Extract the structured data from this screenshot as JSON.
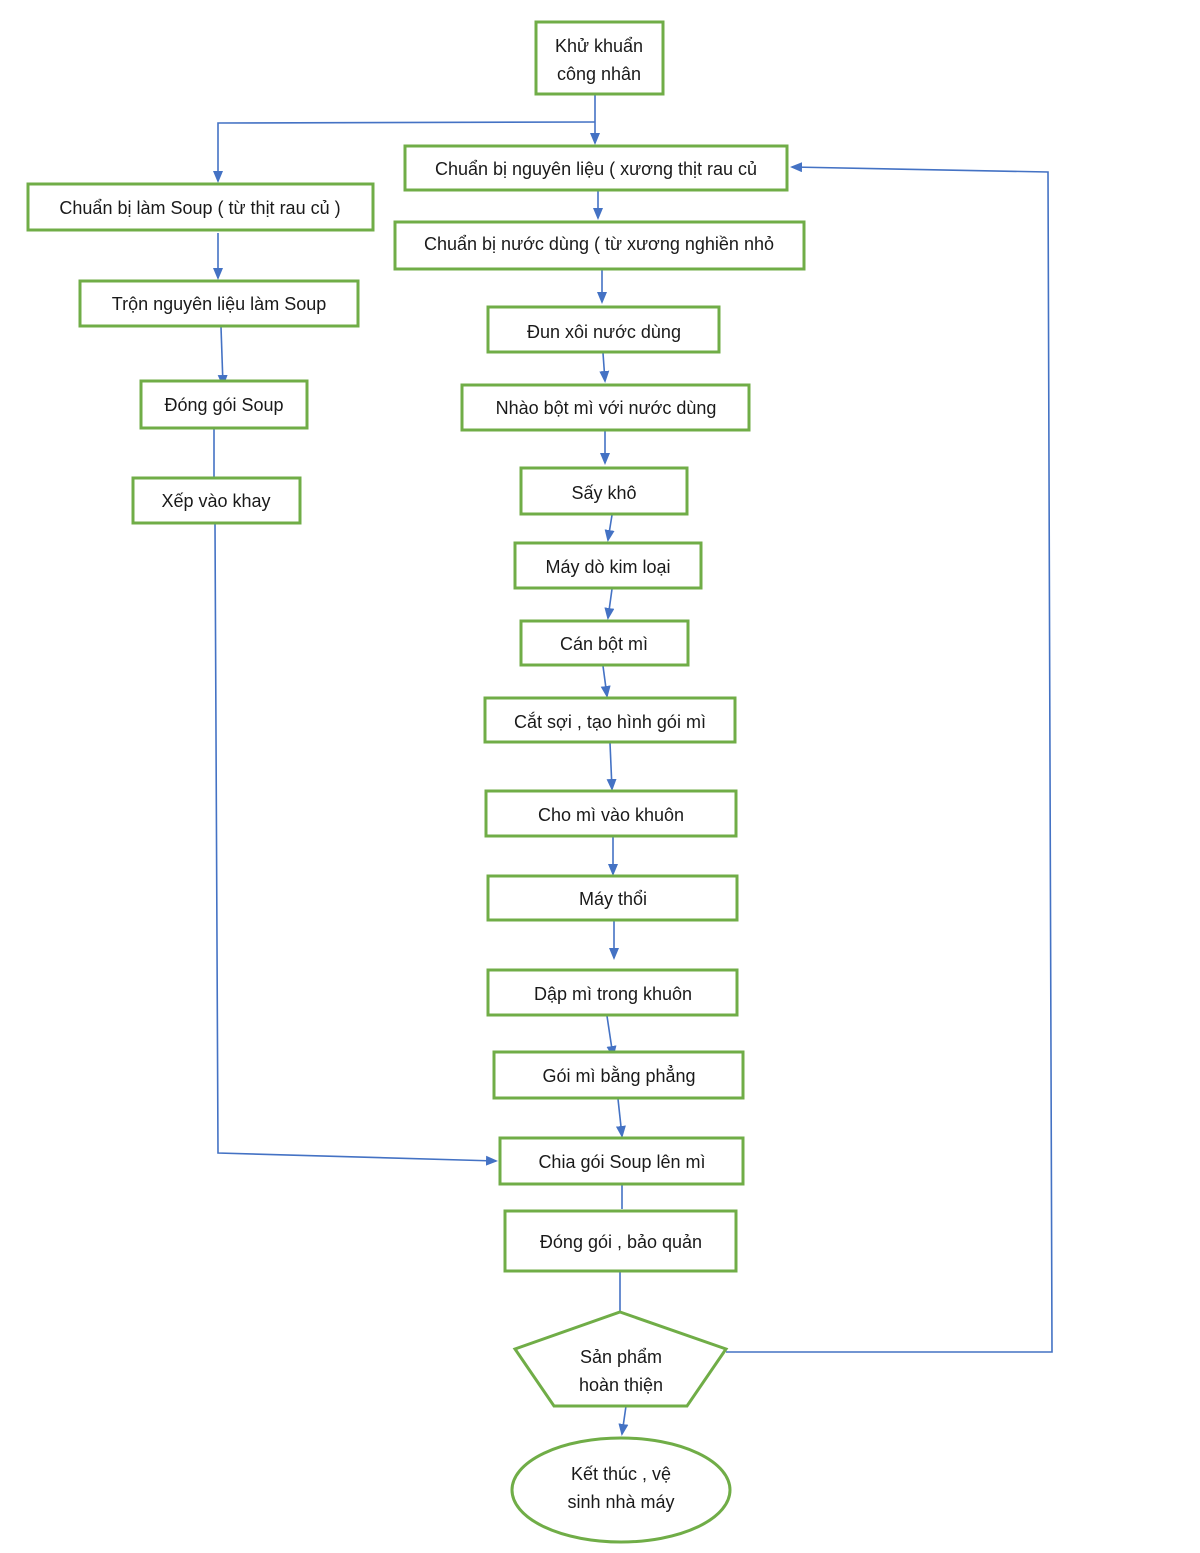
{
  "colors": {
    "box_border": "#70ad47",
    "arrow": "#4472c4",
    "text": "#1a1a1a",
    "background": "#ffffff"
  },
  "nodes": {
    "sanitize_workers": {
      "line1": "Khử khuẩn",
      "line2": "công nhân"
    },
    "prep_ingredients": {
      "label": "Chuẩn bị nguyên liệu ( xương thịt rau củ"
    },
    "prep_broth": {
      "label": "Chuẩn bị nước dùng ( từ xương nghiền nhỏ"
    },
    "boil_broth": {
      "label": "Đun xôi nước dùng"
    },
    "knead_dough": {
      "label": "Nhào bột mì với nước dùng"
    },
    "dry": {
      "label": "Sấy khô"
    },
    "metal_detector": {
      "label": "Máy dò kim loại"
    },
    "roll_dough": {
      "label": "Cán bột mì"
    },
    "cut_shape": {
      "label": "Cắt sợi , tạo hình gói mì"
    },
    "into_mold": {
      "label": "Cho mì vào khuôn"
    },
    "blower": {
      "label": "Máy thổi"
    },
    "press_mold": {
      "label": "Dập mì trong khuôn"
    },
    "flatten": {
      "label": "Gói mì bằng phẳng"
    },
    "add_soup": {
      "label": "Chia gói Soup lên mì"
    },
    "pack_store": {
      "label": "Đóng gói , bảo quản"
    },
    "finished": {
      "line1": "Sản phẩm",
      "line2": "hoàn thiện"
    },
    "end": {
      "line1": "Kết thúc , vệ",
      "line2": "sinh nhà máy"
    },
    "prep_soup": {
      "label": "Chuẩn bị làm Soup ( từ thịt rau củ )"
    },
    "mix_soup": {
      "label": "Trộn nguyên liệu làm Soup"
    },
    "pack_soup": {
      "label": "Đóng gói Soup"
    },
    "tray": {
      "label": "Xếp vào khay"
    }
  }
}
